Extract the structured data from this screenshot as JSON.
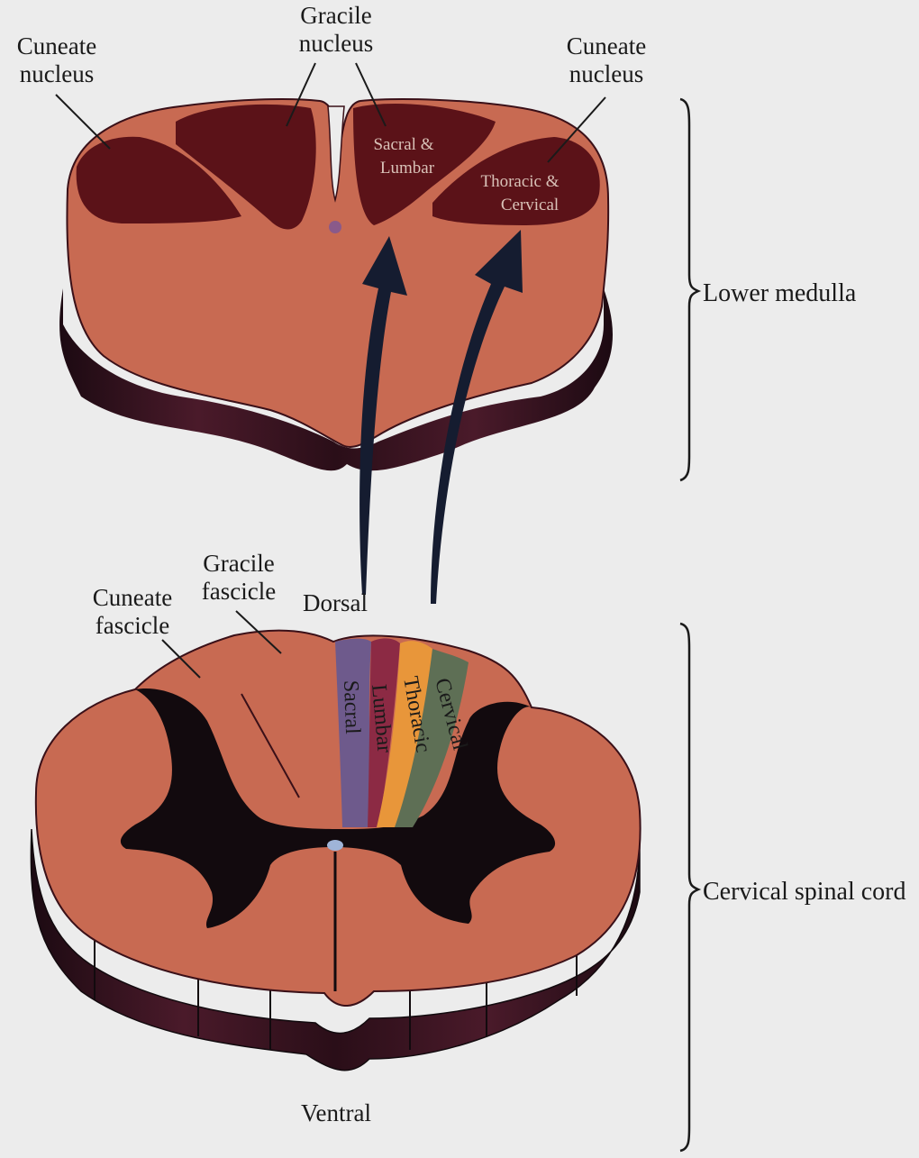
{
  "colors": {
    "background": "#ececec",
    "tissue": "#c86a52",
    "nucleus": "#5b1218",
    "grey_matter": "#120a0e",
    "side_dark": "#3a1420",
    "sacral": "#6e5a8c",
    "lumbar": "#8c2a44",
    "thoracic": "#e8963a",
    "cervical": "#5e6f55",
    "arrow": "#151c30"
  },
  "medulla": {
    "label_cuneate_left": [
      "Cuneate",
      "nucleus"
    ],
    "label_gracile": [
      "Gracile",
      "nucleus"
    ],
    "label_cuneate_right": [
      "Cuneate",
      "nucleus"
    ],
    "inner_gracile_right": [
      "Sacral &",
      "Lumbar"
    ],
    "inner_cuneate_right": [
      "Thoracic &",
      "Cervical"
    ],
    "bracket_label": "Lower medulla"
  },
  "cord": {
    "label_gracile_fascicle": [
      "Gracile",
      "fascicle"
    ],
    "label_cuneate_fascicle": [
      "Cuneate",
      "fascicle"
    ],
    "label_dorsal": "Dorsal",
    "label_ventral": "Ventral",
    "segments": [
      "Sacral",
      "Lumbar",
      "Thoracic",
      "Cervical"
    ],
    "bracket_label": "Cervical spinal cord"
  }
}
